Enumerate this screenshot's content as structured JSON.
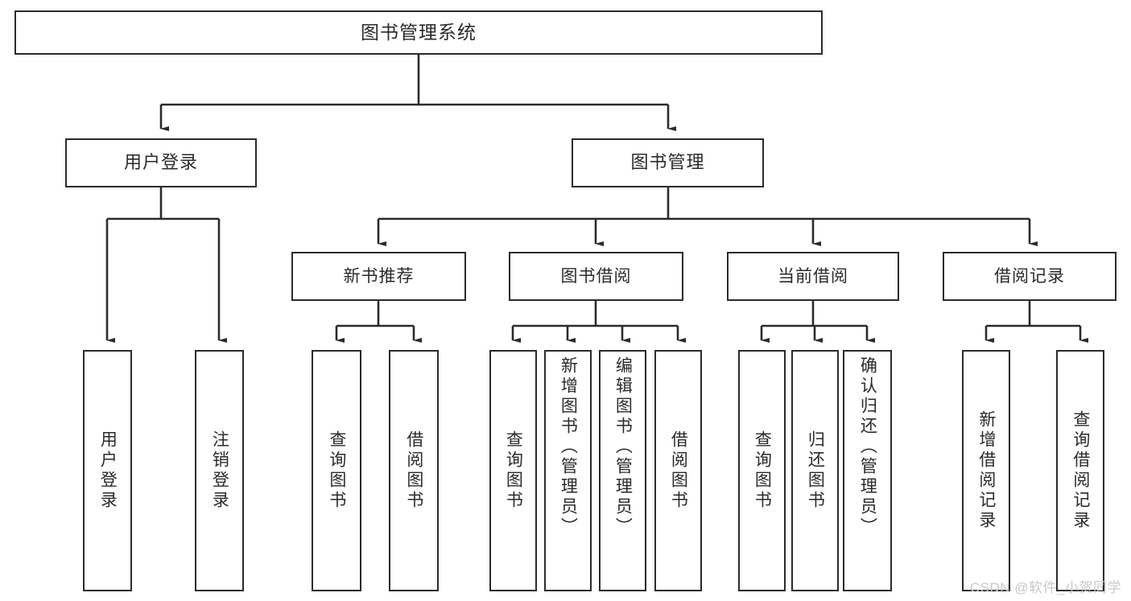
{
  "diagram": {
    "title": "图书管理系统",
    "type": "tree",
    "watermark": "CSDN @软件_小贺同学",
    "colors": {
      "box_border": "#2b2b2b",
      "box_fill": "#ffffff",
      "connector": "#2b2b2b",
      "text": "#2a2a2a",
      "watermark": "#c9c9c9",
      "background": "#ffffff"
    },
    "nodes": {
      "root": {
        "label": "图书管理系统"
      },
      "level2": [
        {
          "label": "用户登录"
        },
        {
          "label": "图书管理"
        }
      ],
      "level3": [
        {
          "label": "新书推荐"
        },
        {
          "label": "图书借阅"
        },
        {
          "label": "当前借阅"
        },
        {
          "label": "借阅记录"
        }
      ],
      "leaves": {
        "user_login": [
          {
            "label": "用户登录"
          },
          {
            "label": "注销登录"
          }
        ],
        "new_book": [
          {
            "label": "查询图书"
          },
          {
            "label": "借阅图书"
          }
        ],
        "book_borrow": [
          {
            "label": "查询图书"
          },
          {
            "label": "新增图书（管理员）"
          },
          {
            "label": "编辑图书（管理员）"
          },
          {
            "label": "借阅图书"
          }
        ],
        "current_borrow": [
          {
            "label": "查询图书"
          },
          {
            "label": "归还图书"
          },
          {
            "label": "确认归还（管理员）"
          }
        ],
        "borrow_record": [
          {
            "label": "新增借阅记录"
          },
          {
            "label": "查询借阅记录"
          }
        ]
      }
    }
  }
}
